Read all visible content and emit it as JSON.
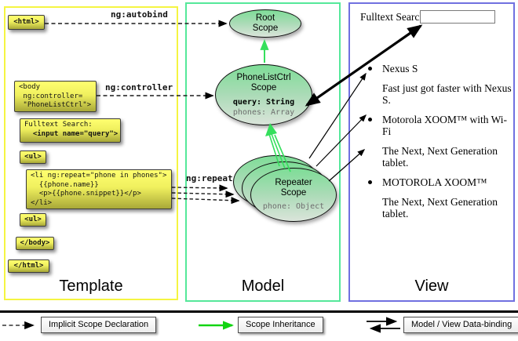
{
  "template_panel": {
    "caption": "Template",
    "boxes": {
      "html_open": "<html>",
      "body_open": "<body\n ng:controller=\n \"PhoneListCtrl\">",
      "fulltext_line1": "Fulltext Search:",
      "fulltext_line2": "  <input name=\"query\">",
      "ul_open": "<ul>",
      "li_repeat": "<li ng:repeat=\"phone in phones\">\n  {{phone.name}}\n  <p>{{phone.snippet}}</p>\n</li>",
      "ul_close": "<ul>",
      "body_close": "</body>",
      "html_close": "</html>"
    },
    "arrow_labels": {
      "autobind": "ng:autobind",
      "controller": "ng:controller",
      "repeat": "ng:repeat"
    }
  },
  "model_panel": {
    "caption": "Model",
    "root_scope": {
      "name": "Root\nScope"
    },
    "phonelist_scope": {
      "name": "PhoneListCtrl\nScope",
      "prop1": "query: String",
      "prop2": "phones: Array"
    },
    "repeater_scope": {
      "name": "Repeater\nScope",
      "prop1": "phone: Object"
    }
  },
  "view_panel": {
    "caption": "View",
    "search_label": "Fulltext Search:",
    "search_value": "",
    "items": [
      {
        "title": "Nexus S",
        "desc": "Fast just got faster with Nexus S."
      },
      {
        "title": "Motorola XOOM™ with Wi-Fi",
        "desc": "The Next, Next Generation tablet."
      },
      {
        "title": "MOTOROLA XOOM™",
        "desc": "The Next, Next Generation tablet."
      }
    ]
  },
  "legend": {
    "implicit": "Implicit Scope Declaration",
    "inheritance": "Scope Inheritance",
    "binding": "Model / View Data-binding"
  },
  "colors": {
    "panel-template": "#f5f542",
    "panel-model": "#55e89a",
    "panel-view": "#7070e0",
    "code-top": "#ffff70",
    "code-bottom": "#a8a838",
    "scope-top": "#7edd97",
    "scope-bottom": "#dae4da",
    "inheritance-green": "#35df5c",
    "legend-green": "#12d412"
  }
}
